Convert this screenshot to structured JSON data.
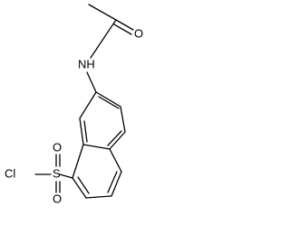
{
  "molecule": {
    "atoms": {
      "oxygen_carbonyl": "O",
      "nitrogen": "NH",
      "oxygen_sulfonyl_top": "O",
      "oxygen_sulfonyl_bottom": "O",
      "sulfur": "S",
      "chlorine": "Cl"
    }
  }
}
